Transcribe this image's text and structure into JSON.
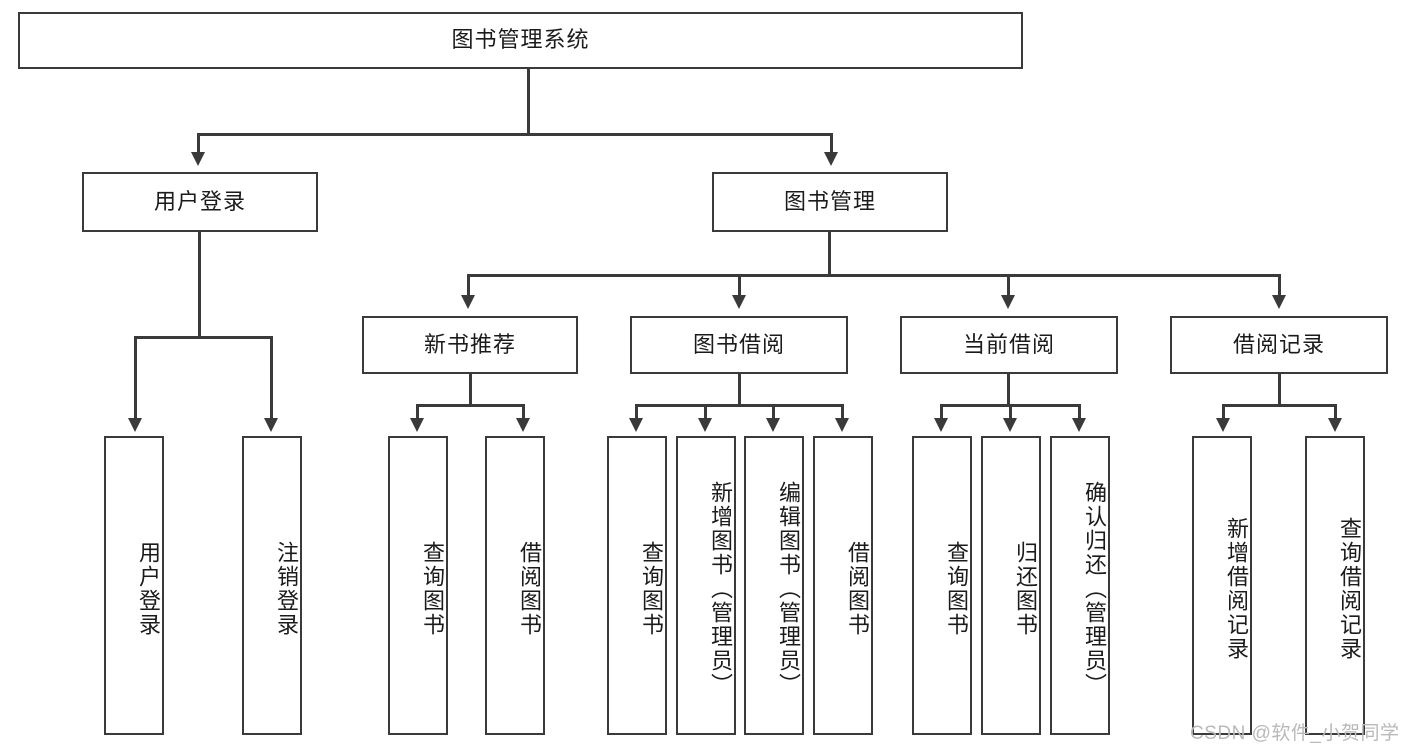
{
  "diagram": {
    "type": "tree-hierarchy-chart",
    "title_node": {
      "label": "图书管理系统"
    },
    "level2": [
      {
        "id": "user-login",
        "label": "用户登录"
      },
      {
        "id": "book-management",
        "label": "图书管理"
      }
    ],
    "level3": [
      {
        "id": "new-book-recommend",
        "label": "新书推荐"
      },
      {
        "id": "book-borrow",
        "label": "图书借阅"
      },
      {
        "id": "current-borrow",
        "label": "当前借阅"
      },
      {
        "id": "borrow-record",
        "label": "借阅记录"
      }
    ],
    "leaves": {
      "user_login": [
        {
          "id": "leaf-user-login",
          "label": "用户登录"
        },
        {
          "id": "leaf-logout-login",
          "label": "注销登录"
        }
      ],
      "new_book_recommend": [
        {
          "id": "leaf-query-book-1",
          "label": "查询图书"
        },
        {
          "id": "leaf-borrow-book-1",
          "label": "借阅图书"
        }
      ],
      "book_borrow": [
        {
          "id": "leaf-query-book-2",
          "label": "查询图书"
        },
        {
          "id": "leaf-add-book",
          "label": "新增图书（管理员）"
        },
        {
          "id": "leaf-edit-book",
          "label": "编辑图书（管理员）"
        },
        {
          "id": "leaf-borrow-book-2",
          "label": "借阅图书"
        }
      ],
      "current_borrow": [
        {
          "id": "leaf-query-book-3",
          "label": "查询图书"
        },
        {
          "id": "leaf-return-book",
          "label": "归还图书"
        },
        {
          "id": "leaf-confirm-return",
          "label": "确认归还（管理员）"
        }
      ],
      "borrow_record": [
        {
          "id": "leaf-add-record",
          "label": "新增借阅记录"
        },
        {
          "id": "leaf-query-record",
          "label": "查询借阅记录"
        }
      ]
    }
  },
  "watermark": {
    "text": "CSDN @软件_小贺同学"
  },
  "colors": {
    "stroke": "#3a3a3a",
    "text": "#1b1b1b",
    "background": "#ffffff",
    "watermark": "#b9b9b9"
  }
}
